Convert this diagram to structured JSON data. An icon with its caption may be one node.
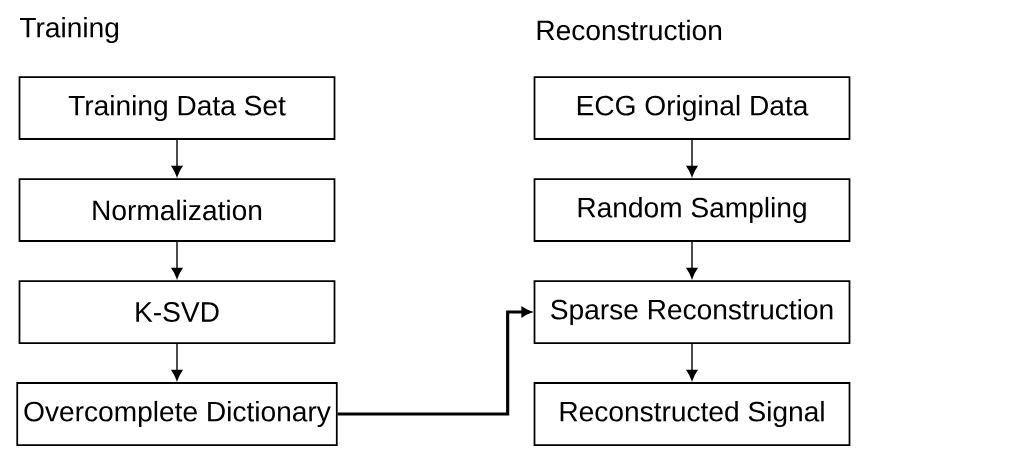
{
  "diagram": {
    "nodes": [
      {
        "text": [
          "Training Data Set"
        ]
      },
      {
        "text": [
          "Normalization"
        ]
      },
      {
        "text": [
          "K-SVD"
        ]
      },
      {
        "text": [
          "Overcomplete Dictionary"
        ]
      },
      {
        "text": [
          "ECG Original Data"
        ]
      },
      {
        "text": [
          "Random Sampling"
        ]
      },
      {
        "text": [
          "Sparse Reconstruction"
        ]
      },
      {
        "text": [
          "Reconstructed Signal"
        ]
      }
    ],
    "edges": [
      {
        "from": 0,
        "to": 1,
        "arrow": "to"
      },
      {
        "from": 1,
        "to": 2,
        "arrow": "to"
      },
      {
        "from": 2,
        "to": 3,
        "arrow": "to"
      },
      {
        "from": 4,
        "to": 5,
        "arrow": "to"
      },
      {
        "from": 5,
        "to": 6,
        "arrow": "to"
      },
      {
        "from": 6,
        "to": 7,
        "arrow": "to"
      },
      {
        "from": 3,
        "to": 6,
        "arrow": "to",
        "style": "thick"
      }
    ],
    "labels": [
      "Training",
      "Reconstruction"
    ]
  }
}
